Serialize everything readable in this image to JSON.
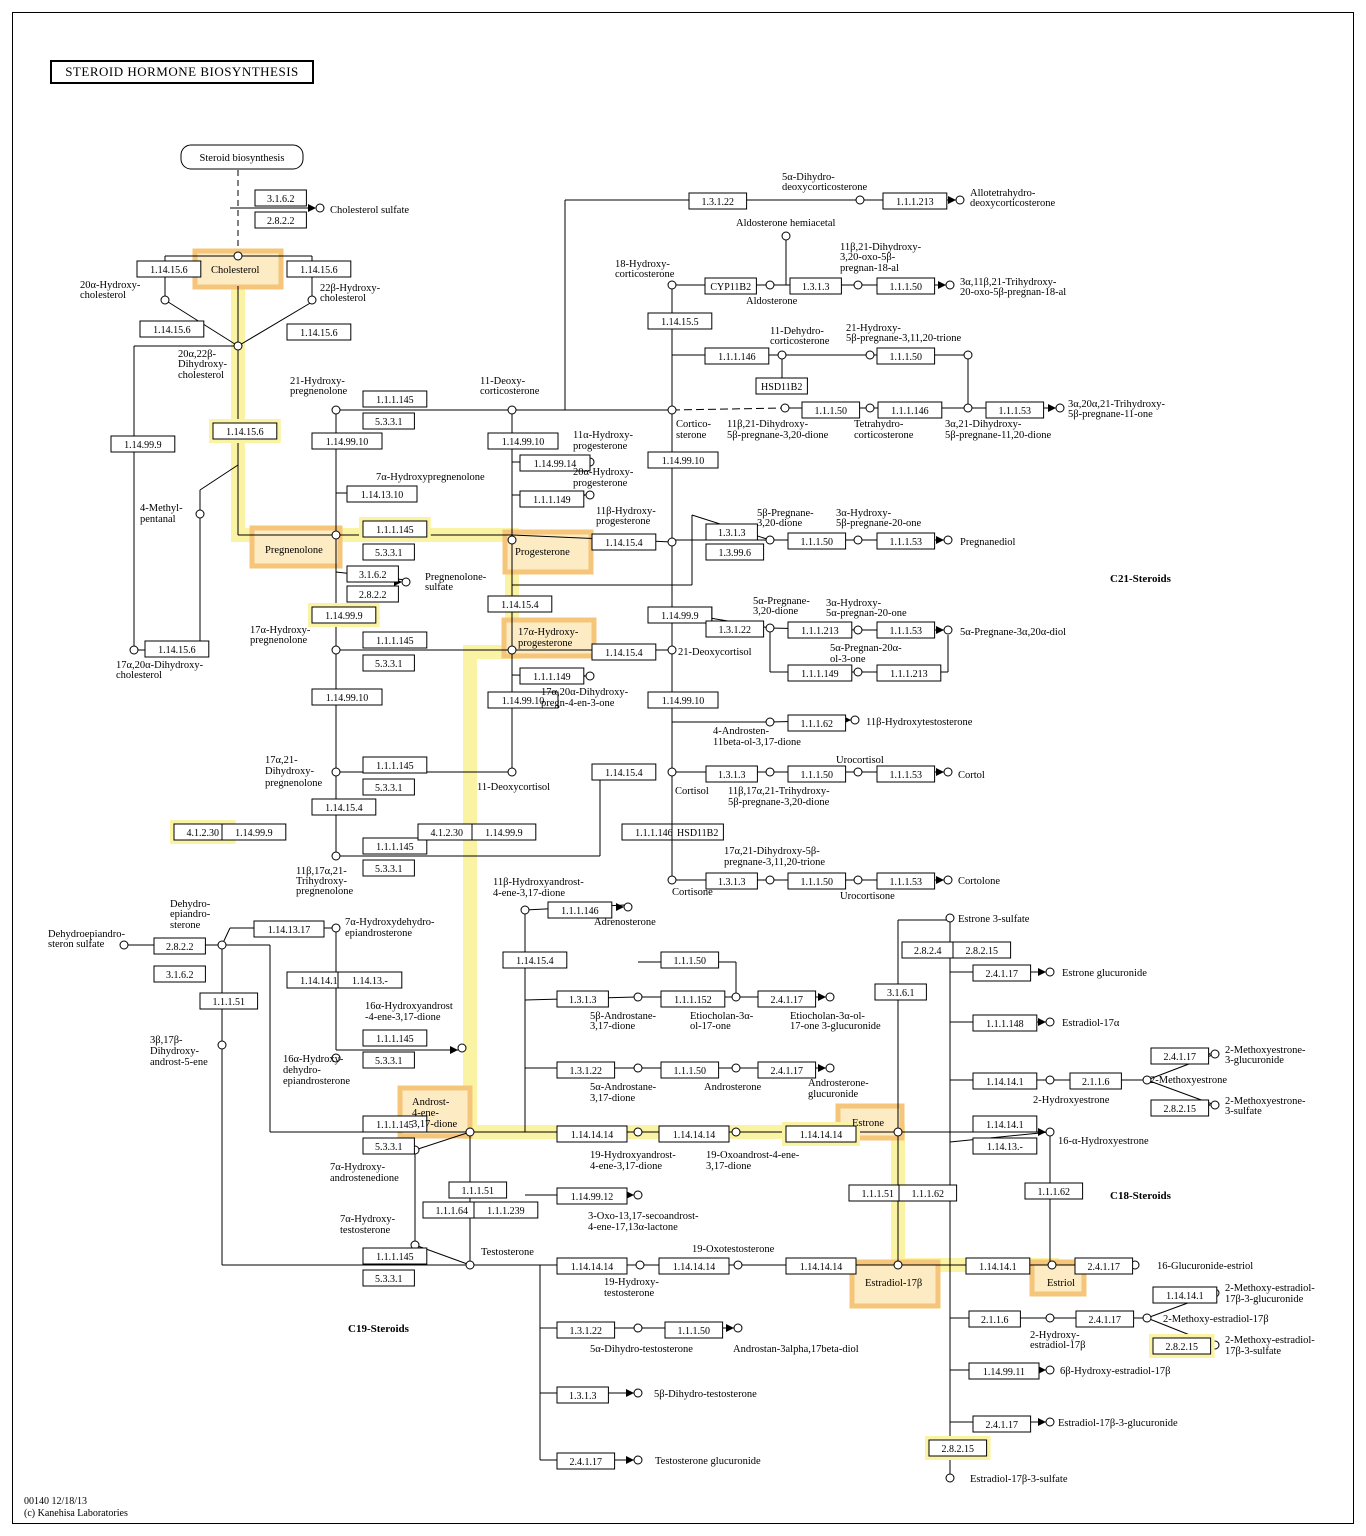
{
  "title": "STEROID HORMONE BIOSYNTHESIS",
  "footer": {
    "code": "00140 12/18/13",
    "copyright": "(c) Kanehisa Laboratories"
  },
  "colors": {
    "highlight_outer": "#f5c57a",
    "highlight_fill": "#fdebc4",
    "path_glow": "#fbf3a4",
    "path_line": "#d9a020",
    "line": "#000000"
  },
  "map_link": "Steroid biosynthesis",
  "sections": [
    "C21-Steroids",
    "C18-Steroids",
    "C19-Steroids"
  ],
  "enzymes": [
    "3.1.6.2",
    "2.8.2.2",
    "1.14.15.6",
    "1.14.15.6",
    "1.14.15.6",
    "1.14.15.6",
    "1.14.15.6",
    "1.14.99.9",
    "1.14.15.6",
    "1.1.1.145",
    "5.3.3.1",
    "1.14.99.10",
    "1.14.13.10",
    "1.1.1.145",
    "5.3.3.1",
    "3.1.6.2",
    "2.8.2.2",
    "1.14.99.9",
    "1.1.1.145",
    "5.3.3.1",
    "1.14.99.10",
    "1.1.1.145",
    "5.3.3.1",
    "1.14.15.4",
    "1.1.1.145",
    "5.3.3.1",
    "4.1.2.30",
    "1.14.99.9",
    "1.14.99.10",
    "1.14.15.4",
    "1.14.99.14",
    "1.1.1.149",
    "1.14.15.4",
    "1.14.99.9",
    "1.14.15.4",
    "1.1.1.149",
    "1.14.99.10",
    "4.1.2.30",
    "1.14.99.9",
    "1.14.15.4",
    "1.3.1.22",
    "1.1.1.213",
    "CYP11B2",
    "1.3.1.3",
    "1.1.1.50",
    "1.14.15.5",
    "1.1.1.146",
    "1.1.1.50",
    "HSD11B2",
    "1.1.1.50",
    "1.1.1.146",
    "1.1.1.53",
    "1.14.99.10",
    "1.3.1.3",
    "1.3.99.6",
    "1.1.1.50",
    "1.1.1.53",
    "1.14.99.9",
    "1.3.1.22",
    "1.1.1.213",
    "1.1.1.53",
    "1.1.1.149",
    "1.1.1.213",
    "1.14.99.10",
    "1.1.1.62",
    "1.3.1.3",
    "1.1.1.50",
    "1.1.1.53",
    "1.1.1.146",
    "HSD11B2",
    "1.3.1.3",
    "1.1.1.50",
    "1.1.1.53",
    "1.14.13.17",
    "2.8.2.2",
    "3.1.6.2",
    "1.1.1.51",
    "1.14.14.1",
    "1.14.13.-",
    "1.1.1.145",
    "5.3.3.1",
    "1.1.1.145",
    "5.3.3.1",
    "1.1.1.51",
    "1.1.1.64",
    "1.1.1.239",
    "1.1.1.145",
    "5.3.3.1",
    "1.1.1.146",
    "1.14.15.4",
    "1.1.1.50",
    "1.3.1.3",
    "1.1.1.152",
    "2.4.1.17",
    "1.3.1.22",
    "1.1.1.50",
    "2.4.1.17",
    "1.14.14.14",
    "1.14.14.14",
    "1.14.14.14",
    "1.14.99.12",
    "1.14.14.14",
    "1.14.14.14",
    "1.14.14.14",
    "1.3.1.22",
    "1.1.1.50",
    "1.3.1.3",
    "2.4.1.17",
    "2.8.2.4",
    "2.8.2.15",
    "3.1.6.1",
    "2.4.1.17",
    "1.1.1.148",
    "1.14.14.1",
    "2.1.1.6",
    "2.4.1.17",
    "2.8.2.15",
    "1.14.14.1",
    "1.14.13.-",
    "1.1.1.51",
    "1.1.1.62",
    "1.1.1.62",
    "1.14.14.1",
    "2.4.1.17",
    "1.14.14.1",
    "2.1.1.6",
    "2.4.1.17",
    "2.8.2.15",
    "1.14.99.11",
    "2.4.1.17",
    "2.8.2.15"
  ],
  "compounds": [
    "Cholesterol",
    "Cholesterol sulfate",
    "20α-Hydroxy-",
    "cholesterol",
    "22β-Hydroxy-",
    "cholesterol",
    "20α,22β-",
    "Dihydroxy-",
    "cholesterol",
    "4-Methyl-",
    "pentanal",
    "17α,20α-Dihydroxy-",
    "cholesterol",
    "21-Hydroxy-",
    "pregnenolone",
    "7α-Hydroxypregnenolone",
    "Pregnenolone",
    "Pregnenolone-",
    "sulfate",
    "17α-Hydroxy-",
    "pregnenolone",
    "17α,21-",
    "Dihydroxy-",
    "pregnenolone",
    "11β,17α,21-",
    "Trihydroxy-",
    "pregnenolone",
    "11-Deoxy-",
    "corticosterone",
    "11α-Hydroxy-",
    "progesterone",
    "20α-Hydroxy-",
    "progesterone",
    "11β-Hydroxy-",
    "progesterone",
    "Progesterone",
    "17α-Hydroxy-",
    "progesterone",
    "17α,20α-Dihydroxy-",
    "pregn-4-en-3-one",
    "11-Deoxycortisol",
    "5α-Dihydro-",
    "deoxycorticosterone",
    "Allotetrahydro-",
    "deoxycorticosterone",
    "Aldosterone hemiacetal",
    "18-Hydroxy-",
    "corticosterone",
    "Aldosterone",
    "11β,21-Dihydroxy-",
    "3,20-oxo-5β-",
    "pregnan-18-al",
    "3α,11β,21-Trihydroxy-",
    "20-oxo-5β-pregnan-18-al",
    "11-Dehydro-",
    "corticosterone",
    "21-Hydroxy-",
    "5β-pregnane-3,11,20-trione",
    "Cortico-",
    "sterone",
    "11β,21-Dihydroxy-",
    "5β-pregnane-3,20-dione",
    "Tetrahydro-",
    "corticosterone",
    "3α,21-Dihydroxy-",
    "5β-pregnane-11,20-dione",
    "3α,20α,21-Trihydroxy-",
    "5β-pregnane-11-one",
    "5β-Pregnane-",
    "3,20-dione",
    "3α-Hydroxy-",
    "5β-pregnane-20-one",
    "Pregnanediol",
    "5α-Pregnane-",
    "3,20-dione",
    "3α-Hydroxy-",
    "5α-pregnan-20-one",
    "5α-Pregnane-3α,20α-diol",
    "5α-Pregnan-20α-",
    "ol-3-one",
    "21-Deoxycortisol",
    "4-Androsten-",
    "11beta-ol-3,17-dione",
    "11β-Hydroxytestosterone",
    "Cortisol",
    "Urocortisol",
    "Cortol",
    "11β,17α,21-Trihydroxy-",
    "5β-pregnane-3,20-dione",
    "17α,21-Dihydroxy-5β-",
    "pregnane-3,11,20-trione",
    "Cortisone",
    "Cortolone",
    "Urocortisone",
    "Dehydroepiandro-",
    "steron sulfate",
    "Dehydro-",
    "epiandro-",
    "sterone",
    "7α-Hydroxydehydro-",
    "epiandrosterone",
    "16α-Hydroxyandrost",
    "-4-ene-3,17-dione",
    "16α-Hydroxy-",
    "dehydro-",
    "epiandrosterone",
    "3β,17β-",
    "Dihydroxy-",
    "androst-5-ene",
    "Androst-",
    "4-ene-",
    "3,17-dione",
    "7α-Hydroxy-",
    "androstenedione",
    "7α-Hydroxy-",
    "testosterone",
    "Testosterone",
    "11β-Hydroxyandrost-",
    "4-ene-3,17-dione",
    "Adrenosterone",
    "5β-Androstane-",
    "3,17-dione",
    "Etiocholan-3α-",
    "ol-17-one",
    "Etiocholan-3α-ol-",
    "17-one 3-glucuronide",
    "5α-Androstane-",
    "3,17-dione",
    "Androsterone",
    "Androsterone-",
    "glucuronide",
    "19-Hydroxyandrost-",
    "4-ene-3,17-dione",
    "19-Oxoandrost-4-ene-",
    "3,17-dione",
    "3-Oxo-13,17-secoandrost-",
    "4-ene-17,13α-lactone",
    "19-Hydroxy-",
    "testosterone",
    "19-Oxotestosterone",
    "5α-Dihydro-testosterone",
    "Androstan-3alpha,17beta-diol",
    "5β-Dihydro-testosterone",
    "Testosterone glucuronide",
    "Estrone",
    "Estrone 3-sulfate",
    "Estrone glucuronide",
    "Estradiol-17α",
    "2-Hydroxyestrone",
    "2-Methoxyestrone",
    "2-Methoxyestrone-",
    "3-glucuronide",
    "2-Methoxyestrone-",
    "3-sulfate",
    "16-α-Hydroxyestrone",
    "Estradiol-17β",
    "Estriol",
    "16-Glucuronide-estriol",
    "2-Hydroxy-",
    "estradiol-17β",
    "2-Methoxy-estradiol-17β",
    "2-Methoxy-estradiol-",
    "17β-3-glucuronide",
    "2-Methoxy-estradiol-",
    "17β-3-sulfate",
    "6β-Hydroxy-estradiol-17β",
    "Estradiol-17β-3-glucuronide",
    "Estradiol-17β-3-sulfate"
  ]
}
